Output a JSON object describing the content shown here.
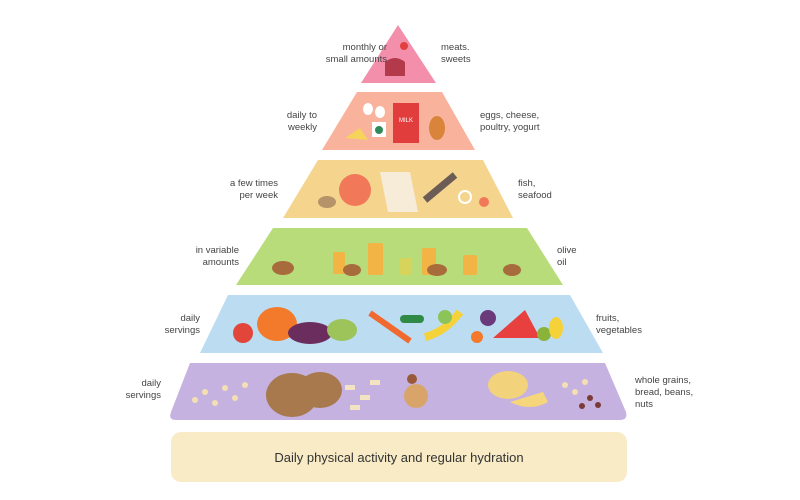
{
  "tiers": [
    {
      "frequency": "monthly or\nsmall amounts",
      "foods": "meats.\nsweets",
      "color": "#f38fab"
    },
    {
      "frequency": "daily to\nweekly",
      "foods": "eggs, cheese,\npoultry, yogurt",
      "color": "#f9b29b",
      "icon_text": "MILK"
    },
    {
      "frequency": "a few times\nper week",
      "foods": "fish,\nseafood",
      "color": "#f5d48e"
    },
    {
      "frequency": "in variable\namounts",
      "foods": "olive\noil",
      "color": "#b8dc7a"
    },
    {
      "frequency": "daily\nservings",
      "foods": "fruits,\nvegetables",
      "color": "#bcdcf2"
    },
    {
      "frequency": "daily\nservings",
      "foods": "whole grains,\nbread, beans,\nnuts",
      "color": "#c6b2e0"
    }
  ],
  "base": {
    "text": "Daily physical activity and regular hydration",
    "color": "#f8ebc6"
  }
}
